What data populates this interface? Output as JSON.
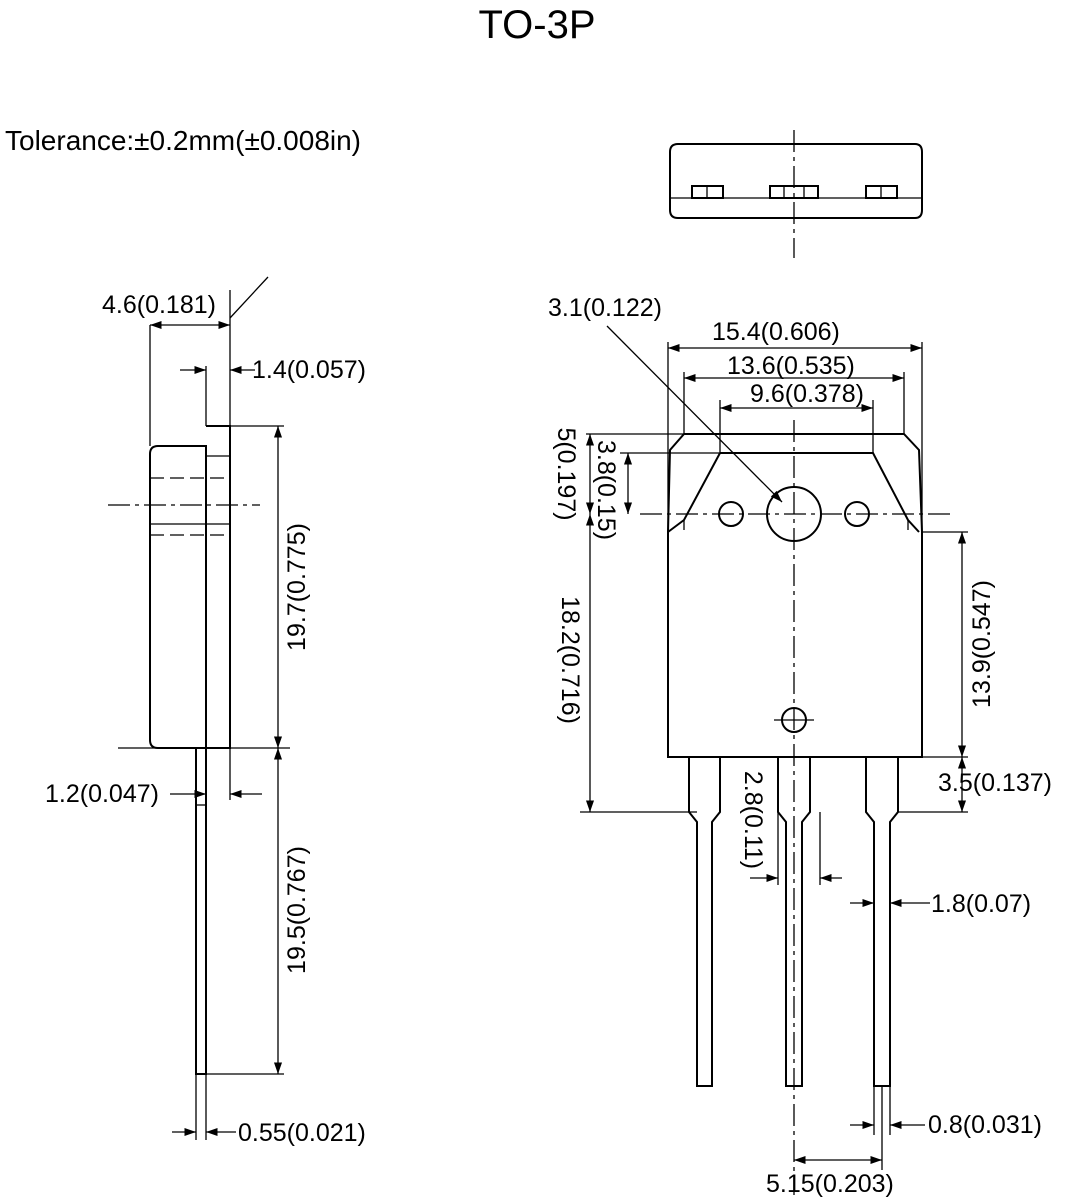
{
  "title": "TO-3P",
  "tolerance": "Tolerance:±0.2mm(±0.008in)",
  "side_view": {
    "overall_thickness": "4.6(0.181)",
    "tab_thickness": "1.4(0.057)",
    "body_height": "19.7(0.775)",
    "lead_offset": "1.2(0.047)",
    "lead_length": "19.5(0.767)",
    "lead_thickness": "0.55(0.021)"
  },
  "front_view": {
    "hole_diameter": "3.1(0.122)",
    "body_width": "15.4(0.606)",
    "upper_width": "13.6(0.535)",
    "flat_width": "9.6(0.378)",
    "tab_to_hole": "5(0.197)",
    "chamfer_to_hole": "3.8(0.15)",
    "hole_to_leads": "18.2(0.716)",
    "lower_body_height": "13.9(0.547)",
    "lead_shoulder_length": "3.5(0.137)",
    "lead_shoulder_width": "2.8(0.11)",
    "lead_width_upper": "1.8(0.07)",
    "lead_width": "0.8(0.031)",
    "lead_pitch": "5.15(0.203)"
  }
}
